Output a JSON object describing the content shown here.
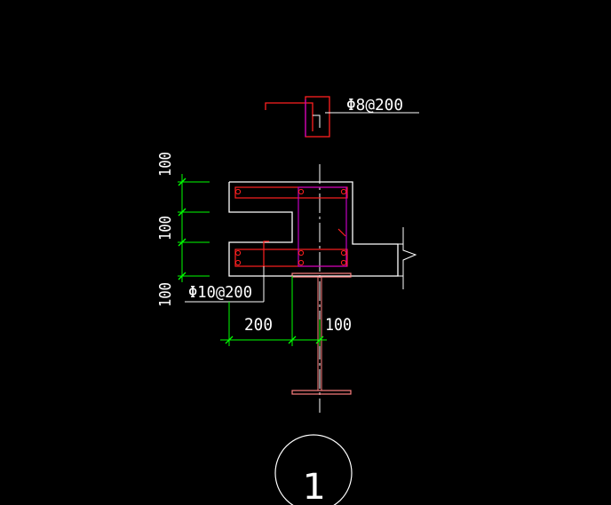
{
  "drawing": {
    "rebar_callout_top": "Φ8@200",
    "rebar_callout_bottom": "Φ10@200",
    "dimensions": {
      "vertical": [
        "100",
        "100",
        "100"
      ],
      "horizontal": [
        "200",
        "100"
      ]
    },
    "detail_number": "1"
  },
  "colors": {
    "background": "#000000",
    "outline": "#ffffff",
    "rebar": "#ff2020",
    "stirrup": "#c000c0",
    "dimension": "#00ff00",
    "steel_beam": "#ff8080",
    "text": "#ffffff"
  }
}
